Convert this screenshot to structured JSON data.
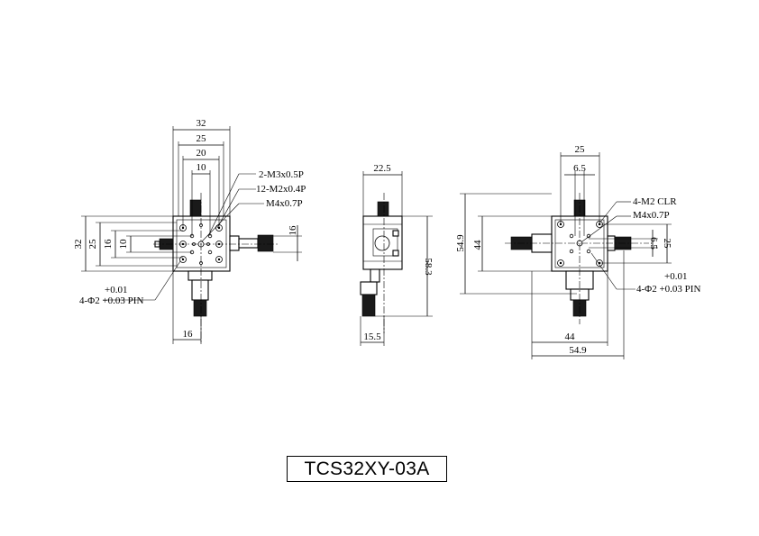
{
  "drawing": {
    "model": "TCS32XY-03A",
    "top_view": {
      "dims": [
        "32",
        "25",
        "20",
        "10",
        "32",
        "25",
        "16",
        "10",
        "16",
        "16"
      ],
      "notes": [
        "2-M3x0.5P",
        "12-M2x0.4P",
        "M4x0.7P",
        "+0.01",
        "4-Φ2 +0.03 PIN"
      ]
    },
    "side_view": {
      "dims": [
        "22.5",
        "58.3",
        "15.5"
      ]
    },
    "right_view": {
      "dims": [
        "25",
        "6.5",
        "54.9",
        "44",
        "6.5",
        "25",
        "44",
        "54.9"
      ],
      "notes": [
        "4-M2 CLR",
        "M4x0.7P",
        "+0.01",
        "4-Φ2 +0.03 PIN"
      ]
    }
  }
}
